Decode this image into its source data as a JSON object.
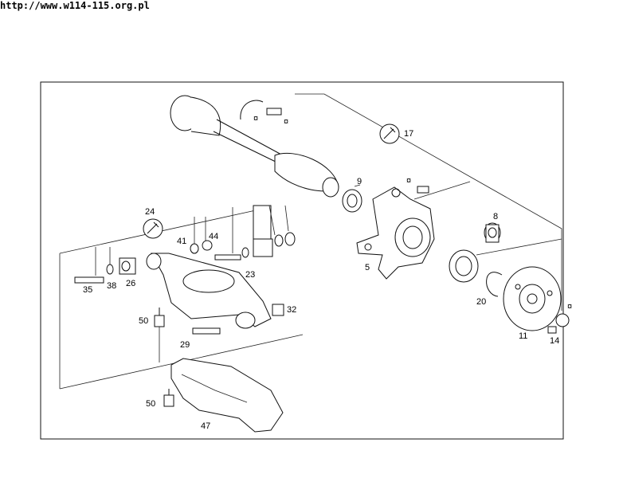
{
  "header": {
    "url": "http://www.w114-115.org.pl"
  },
  "callouts": [
    "17",
    "9",
    "8",
    "5",
    "24",
    "41",
    "44",
    "23",
    "35",
    "38",
    "26",
    "32",
    "50",
    "29",
    "20",
    "11",
    "14",
    "50",
    "47"
  ],
  "colors": {
    "line": "#111111",
    "background": "#ffffff"
  }
}
